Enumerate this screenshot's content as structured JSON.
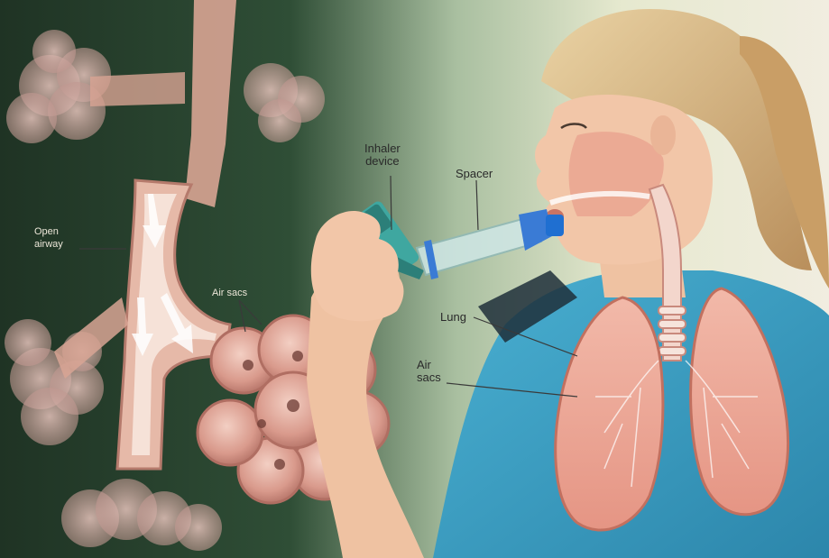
{
  "labels": {
    "inhaler_device": "Inhaler\ndevice",
    "spacer": "Spacer",
    "open_airway": "Open\nairway",
    "air_sacs_left": "Air sacs",
    "lung": "Lung",
    "air_sacs_right": "Air\nsacs"
  },
  "colors": {
    "background_dark": "#243a26",
    "background_light": "#dfe6c4",
    "airway_tissue": "#e3b8a8",
    "lung_tissue": "#eea99a",
    "shirt": "#3a9ec2",
    "skin": "#f0c3a6",
    "hair": "#d9b98a",
    "inhaler": "#3fa7a0",
    "spacer_cap": "#3a7bd5"
  }
}
